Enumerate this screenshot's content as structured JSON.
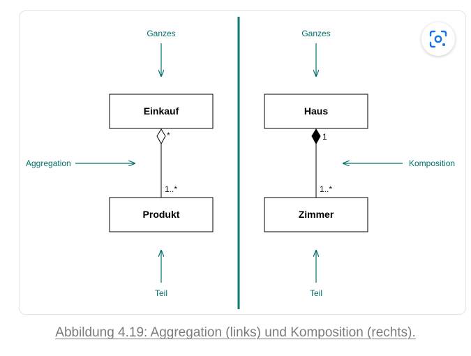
{
  "colors": {
    "teal": "#00706b",
    "divider": "#0b7a70",
    "caption": "#7b7b7b"
  },
  "left": {
    "top_label": "Ganzes",
    "whole_class": "Einkauf",
    "part_class": "Produkt",
    "whole_multiplicity": "*",
    "part_multiplicity": "1..*",
    "relation_label": "Aggregation",
    "bottom_label": "Teil"
  },
  "right": {
    "top_label": "Ganzes",
    "whole_class": "Haus",
    "part_class": "Zimmer",
    "whole_multiplicity": "1",
    "part_multiplicity": "1..*",
    "relation_label": "Komposition",
    "bottom_label": "Teil"
  },
  "lens_button": {
    "icon": "google-lens-icon"
  },
  "caption": "Abbildung 4.19: Aggregation (links) und Komposition (rechts)."
}
